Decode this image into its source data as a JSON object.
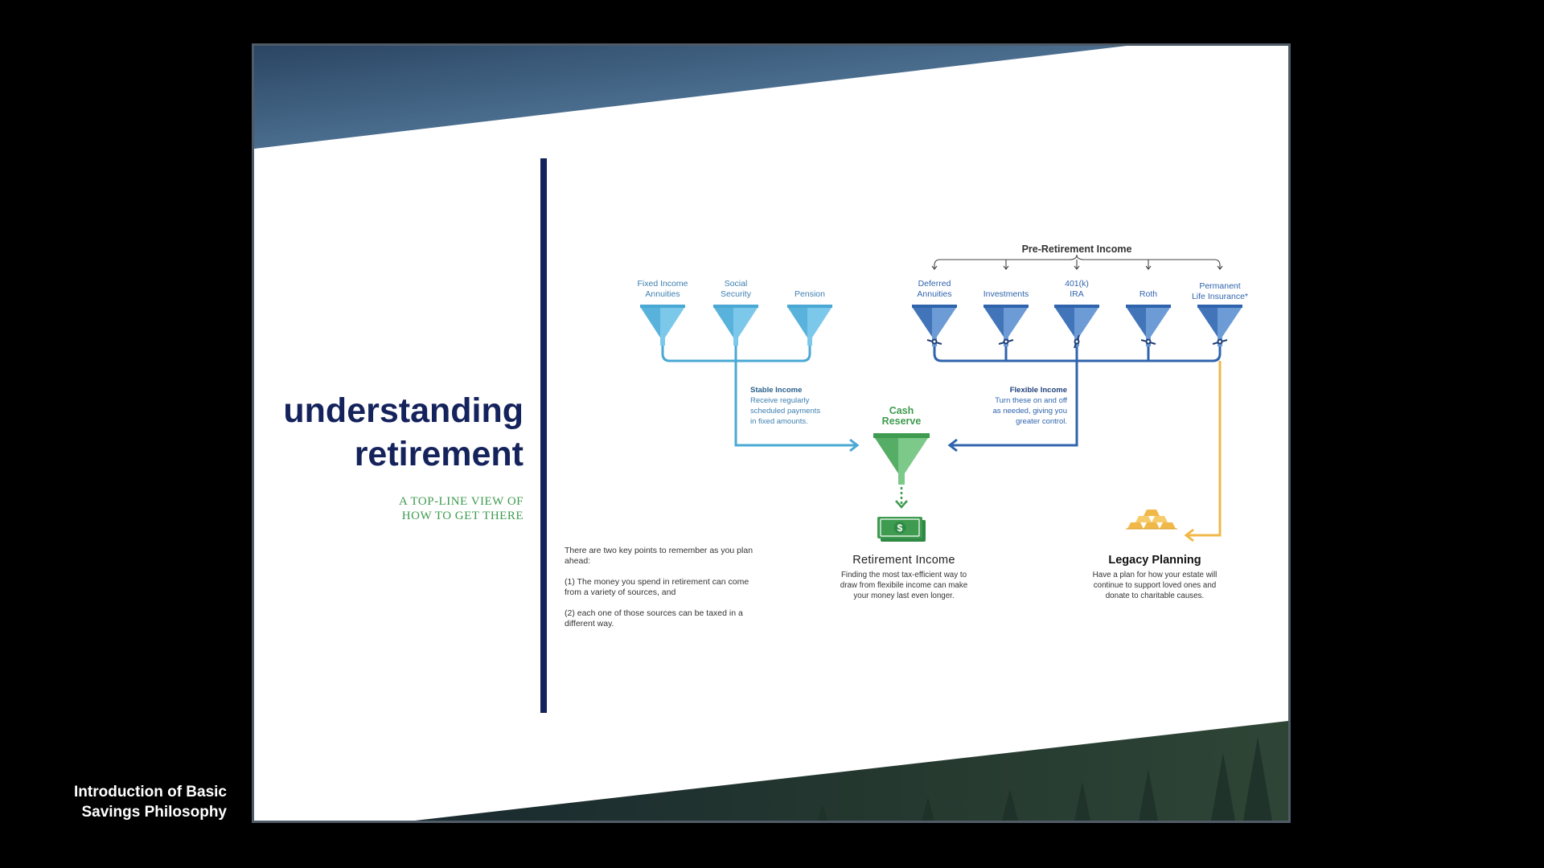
{
  "slide": {
    "title_line1": "understanding",
    "title_line2": "retirement",
    "subtitle_line1": "A TOP-LINE VIEW OF",
    "subtitle_line2": "HOW TO GET THERE",
    "key_points": [
      "There are two key points to remember as you plan ahead:",
      "(1) The money you spend in retirement can come from a variety of sources, and",
      "(2) each one of those sources can be taxed in a different way."
    ]
  },
  "diagram": {
    "pre_retirement_label": "Pre-Retirement Income",
    "stable_sources": [
      {
        "line1": "Fixed Income",
        "line2": "Annuities"
      },
      {
        "line1": "Social",
        "line2": "Security"
      },
      {
        "line1": "",
        "line2": "Pension"
      }
    ],
    "flexible_sources": [
      {
        "line1": "Deferred",
        "line2": "Annuities"
      },
      {
        "line1": "",
        "line2": "Investments"
      },
      {
        "line1": "401(k)",
        "line2": "IRA"
      },
      {
        "line1": "",
        "line2": "Roth"
      },
      {
        "line1": "Permanent",
        "line2": "Life Insurance*"
      }
    ],
    "stable_income": {
      "heading": "Stable Income",
      "lines": [
        "Receive regularly",
        "scheduled payments",
        "in fixed amounts."
      ]
    },
    "flexible_income": {
      "heading": "Flexible Income",
      "lines": [
        "Turn these on and off",
        "as needed, giving you",
        "greater control."
      ]
    },
    "cash_reserve": {
      "line1": "Cash",
      "line2": "Reserve"
    },
    "retirement_income": {
      "heading": "Retirement Income",
      "lines": [
        "Finding the most tax-efficient way to",
        "draw from flexibile income can make",
        "your money last even longer."
      ]
    },
    "legacy_planning": {
      "heading": "Legacy Planning",
      "lines": [
        "Have a plan for how your estate will",
        "continue to support loved ones and",
        "donate to charitable causes."
      ]
    },
    "dollar_sign": "$"
  },
  "caption": {
    "line1": "Introduction of Basic",
    "line2": "Savings Philosophy"
  },
  "colors": {
    "navy": "#15235c",
    "green": "#3e9b4f",
    "stable_blue": "#4aa8d4",
    "flexible_blue": "#2f64ad",
    "gold": "#f0b848",
    "frame": "#4f5b66"
  },
  "icons": {
    "cash": "cash-bills-icon",
    "legacy": "gold-bars-icon",
    "funnel": "funnel-icon",
    "valve": "valve-icon"
  }
}
